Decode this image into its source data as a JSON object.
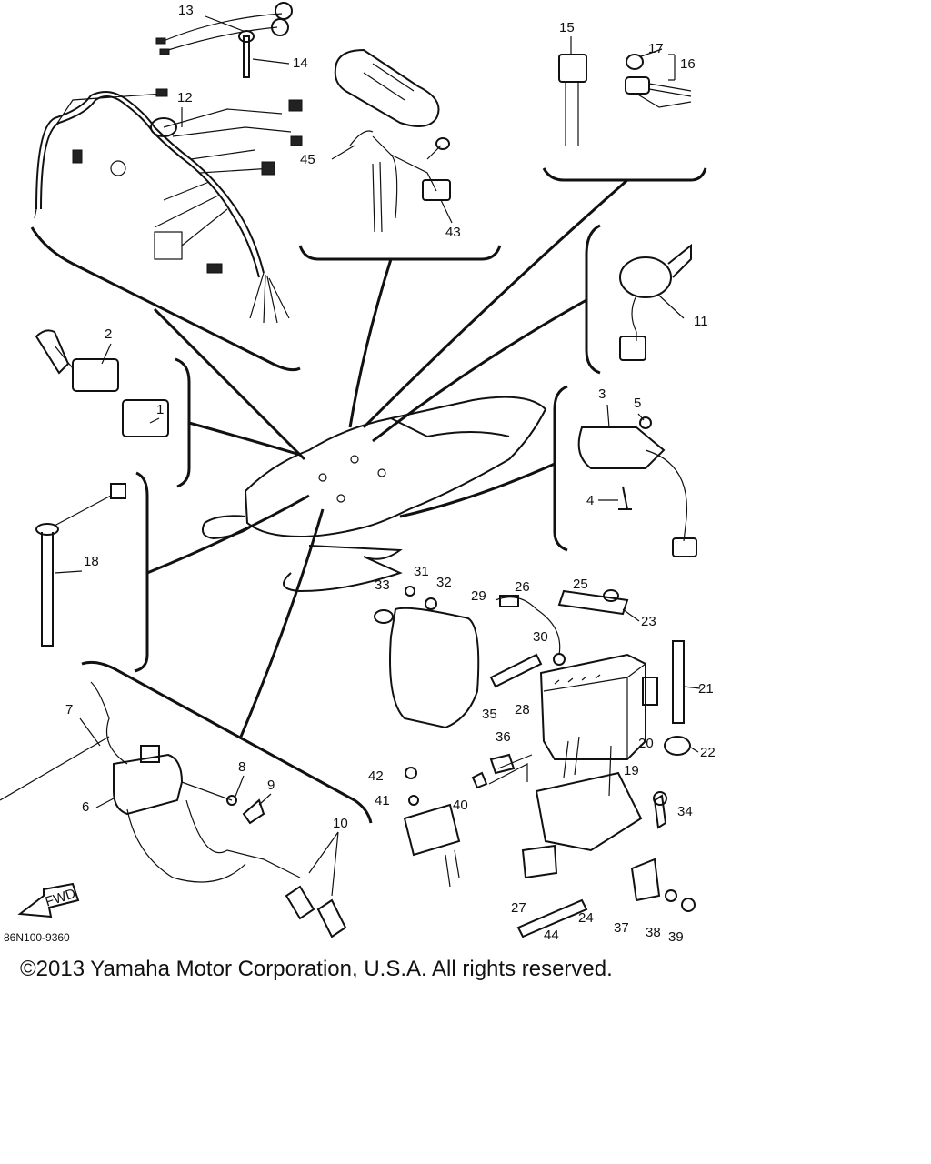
{
  "diagram": {
    "drawing_code": "86N100-9360",
    "fwd_label": "FWD",
    "callouts": [
      "1",
      "2",
      "3",
      "4",
      "5",
      "6",
      "7",
      "8",
      "9",
      "10",
      "11",
      "12",
      "13",
      "14",
      "15",
      "16",
      "17",
      "18",
      "19",
      "20",
      "21",
      "22",
      "23",
      "24",
      "25",
      "26",
      "27",
      "28",
      "29",
      "30",
      "31",
      "32",
      "33",
      "34",
      "35",
      "36",
      "37",
      "38",
      "39",
      "40",
      "41",
      "42",
      "43",
      "44",
      "45"
    ]
  },
  "footer": {
    "copyright": "©2013 Yamaha Motor Corporation, U.S.A. All rights reserved."
  }
}
